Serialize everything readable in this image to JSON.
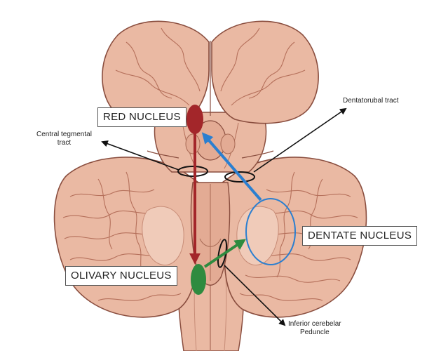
{
  "labels": {
    "red_nucleus": "RED NUCLEUS",
    "dentate_nucleus": "DENTATE NUCLEUS",
    "olivary_nucleus": "OLIVARY NUCLEUS",
    "central_tegmental_line1": "Central tegmental",
    "central_tegmental_line2": "tract",
    "dentatorubal": "Dentatorubal tract",
    "inferior_cerebellar_line1": "Inferior cerebelar",
    "inferior_cerebellar_line2": "Peduncle"
  },
  "colors": {
    "tissue": "#eab9a3",
    "tissue_dark": "#d99a83",
    "outline": "#8a4e3f",
    "red_nucleus": "#a3262a",
    "olivary_nucleus": "#2e8b3f",
    "dentatorubal_arrow": "#2b7fd0",
    "dentate_circle": "#2b7fd0",
    "green_arrow": "#2e8b3f"
  }
}
